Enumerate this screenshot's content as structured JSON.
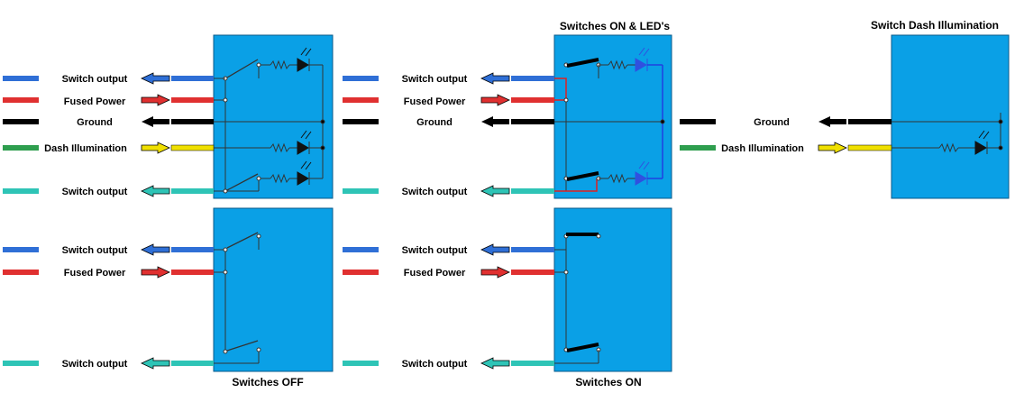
{
  "titles": {
    "switches_on_leds": "Switches ON & LED's",
    "switch_dash_illumination": "Switch Dash Illumination",
    "switches_off": "Switches OFF",
    "switches_on": "Switches ON"
  },
  "labels": {
    "switch_output": "Switch output",
    "fused_power": "Fused Power",
    "ground": "Ground",
    "dash_illumination": "Dash Illumination"
  },
  "colors": {
    "panel": "#0aa0e6",
    "switch_output_blue": "#2f6fd6",
    "fused_power_red": "#e03030",
    "ground_black": "#000000",
    "dash_green": "#2e9e4e",
    "dash_yellow": "#f0e000",
    "switch_output_teal": "#2ec4b6",
    "wire_on_red": "#e02020",
    "wire_on_blue": "#2040e0",
    "led_on": "#3050e0",
    "led_off": "#111111"
  }
}
